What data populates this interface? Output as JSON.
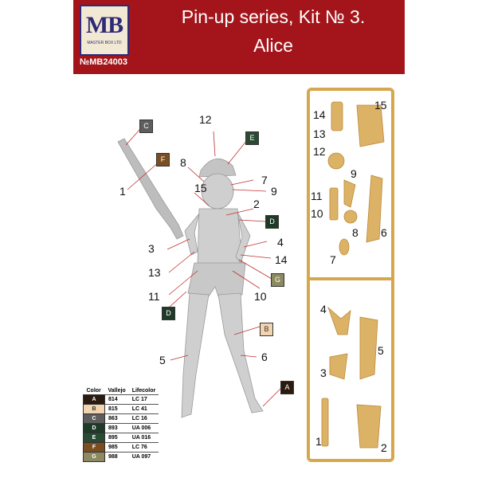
{
  "header": {
    "logo_mark": "MB",
    "logo_sub": "MASTER BOX LTD",
    "catalog": "№MB24003",
    "title_line1": "Pin-up series, Kit № 3.",
    "title_line2": "Alice"
  },
  "figure_labels": {
    "n1": "1",
    "n2": "2",
    "n3": "3",
    "n4": "4",
    "n5": "5",
    "n6": "6",
    "n7": "7",
    "n8": "8",
    "n9": "9",
    "n10": "10",
    "n11": "11",
    "n12": "12",
    "n13": "13",
    "n14": "14",
    "n15": "15"
  },
  "color_callouts": {
    "a": "A",
    "b": "B",
    "c": "C",
    "d1": "D",
    "d2": "D",
    "e": "E",
    "f": "F",
    "g": "G"
  },
  "color_table": {
    "headers": [
      "Color",
      "Vallejo",
      "Lifecolor"
    ],
    "rows": [
      {
        "code": "A",
        "vallejo": "814",
        "lifecolor": "LC 17",
        "hex": "#2a1a10"
      },
      {
        "code": "B",
        "vallejo": "815",
        "lifecolor": "LC 41",
        "hex": "#f2d4b0"
      },
      {
        "code": "C",
        "vallejo": "863",
        "lifecolor": "LC 16",
        "hex": "#5e5e5e"
      },
      {
        "code": "D",
        "vallejo": "893",
        "lifecolor": "UA 006",
        "hex": "#1f3a28"
      },
      {
        "code": "E",
        "vallejo": "895",
        "lifecolor": "UA 016",
        "hex": "#2b4a34"
      },
      {
        "code": "F",
        "vallejo": "985",
        "lifecolor": "LC 76",
        "hex": "#7a4e22"
      },
      {
        "code": "G",
        "vallejo": "988",
        "lifecolor": "UA 097",
        "hex": "#8c8a5e"
      }
    ]
  },
  "sprue_labels": {
    "s14": "14",
    "s13": "13",
    "s12": "12",
    "s15": "15",
    "s9": "9",
    "s11": "11",
    "s10": "10",
    "s8": "8",
    "s6": "6",
    "s7": "7",
    "s4": "4",
    "s5": "5",
    "s3": "3",
    "s1": "1",
    "s2": "2"
  }
}
